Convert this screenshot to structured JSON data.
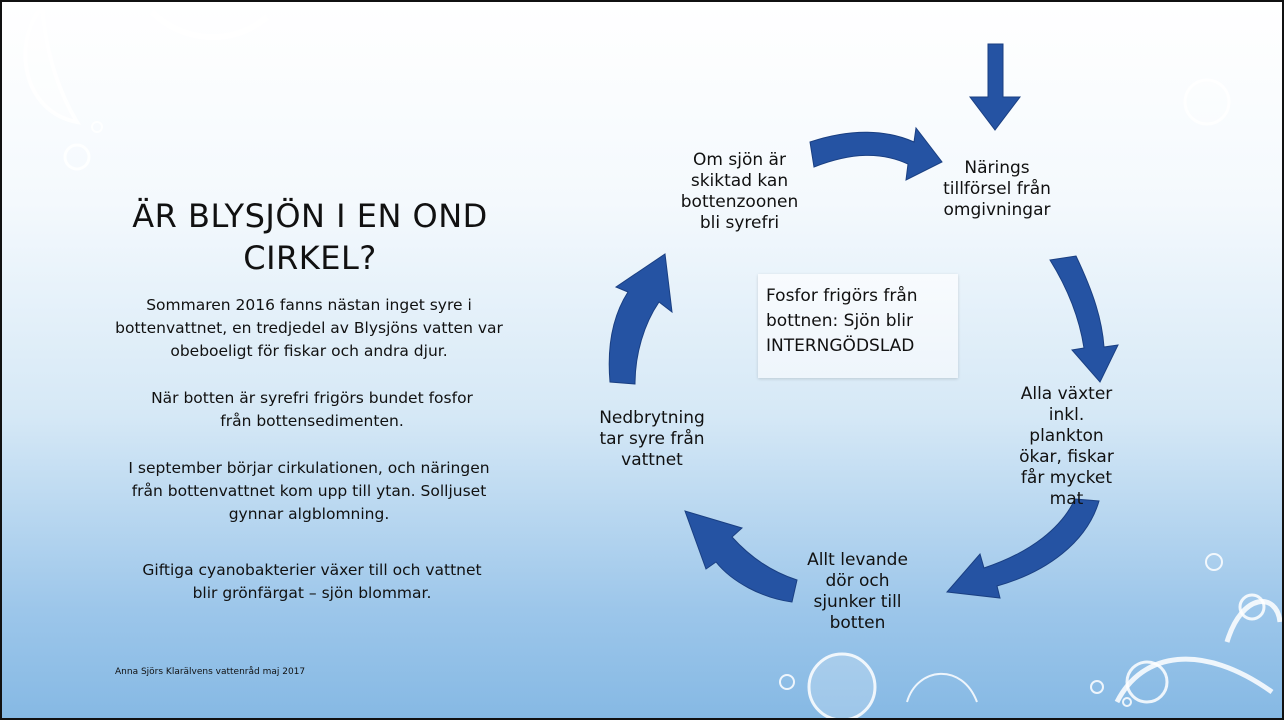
{
  "title": "ÄR BLYSJÖN I EN OND CIRKEL?",
  "paragraphs": [
    "Sommaren 2016 fanns nästan inget syre i bottenvattnet, en tredjedel av Blysjöns vatten var obeboeligt för fiskar och andra djur.",
    "När botten är syrefri frigörs bundet fosfor från bottensedimenten.",
    "I september börjar cirkulationen, och näringen från bottenvattnet kom upp till ytan. Solljuset gynnar algblomning.",
    "Giftiga cyanobakterier växer till och vattnet blir grönfärgat – sjön blommar."
  ],
  "credit": "Anna Sjörs Klarälvens vattenråd maj 2017",
  "cycle": {
    "nodes": [
      "Närings tillförsel från omgivningar",
      "Alla växter inkl. plankton ökar, fiskar får mycket mat",
      "Allt levande dör och sjunker till botten",
      "Nedbrytning tar syre från vattnet",
      "Om sjön är skiktad kan bottenzoonen bli syrefri"
    ],
    "center": "Fosfor frigörs från bottnen: Sjön blir INTERNGÖDSLAD"
  },
  "colors": {
    "arrow": "#2553a3",
    "arrow_edge": "#1a3f82"
  }
}
